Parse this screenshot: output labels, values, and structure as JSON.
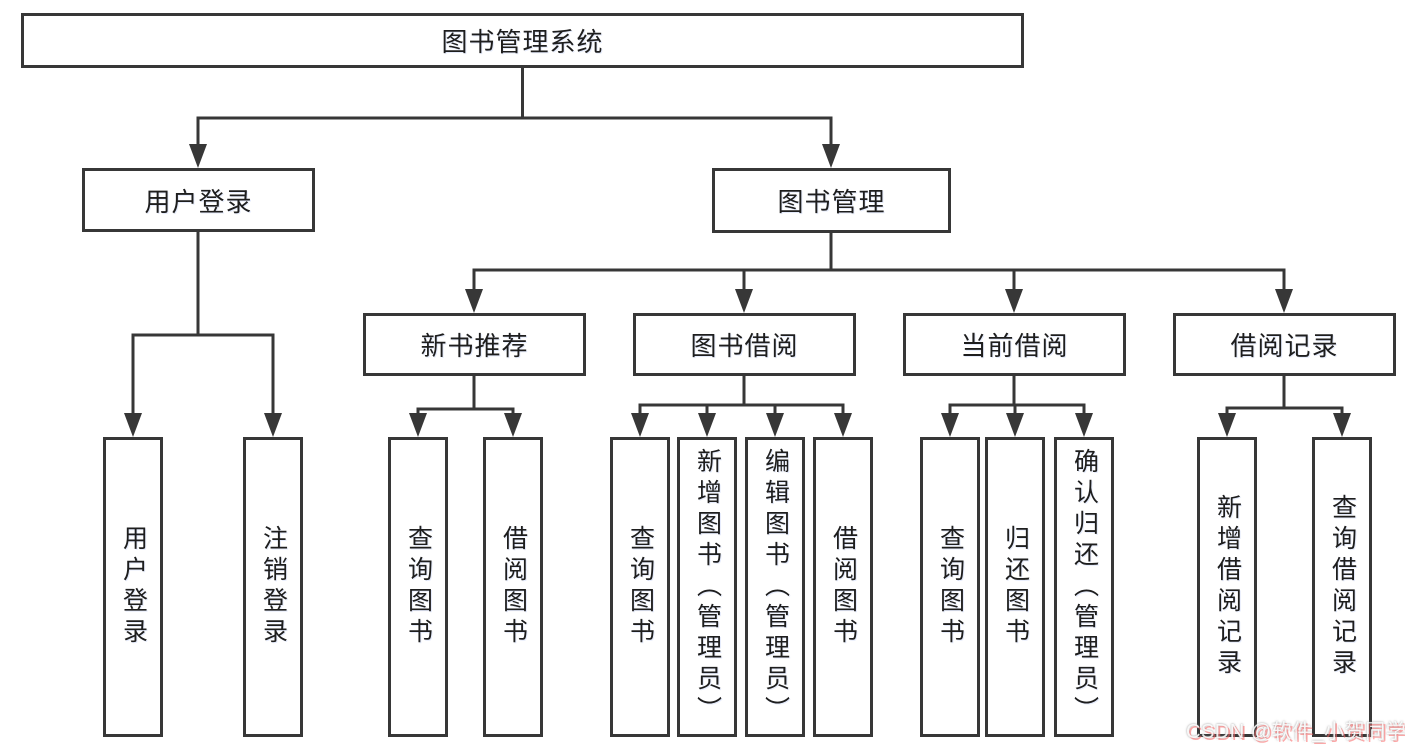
{
  "diagram_title": "图书管理系统",
  "tree": {
    "root": {
      "label": "图书管理系统"
    },
    "branches": [
      {
        "label": "用户登录",
        "children": [
          {
            "label": "用户登录"
          },
          {
            "label": "注销登录"
          }
        ]
      },
      {
        "label": "图书管理",
        "children": [
          {
            "label": "新书推荐",
            "children": [
              {
                "label": "查询图书"
              },
              {
                "label": "借阅图书"
              }
            ]
          },
          {
            "label": "图书借阅",
            "children": [
              {
                "label": "查询图书"
              },
              {
                "label": "新增图书（管理员）"
              },
              {
                "label": "编辑图书（管理员）"
              },
              {
                "label": "借阅图书"
              }
            ]
          },
          {
            "label": "当前借阅",
            "children": [
              {
                "label": "查询图书"
              },
              {
                "label": "归还图书"
              },
              {
                "label": "确认归还（管理员）"
              }
            ]
          },
          {
            "label": "借阅记录",
            "children": [
              {
                "label": "新增借阅记录"
              },
              {
                "label": "查询借阅记录"
              }
            ]
          }
        ]
      }
    ]
  },
  "watermark": "CSDN @软件_小贺同学",
  "colors": {
    "line": "#373737",
    "box_border": "#373737",
    "text": "#1e1e1e",
    "background": "#ffffff",
    "watermark_shadow": "#fc6464"
  }
}
